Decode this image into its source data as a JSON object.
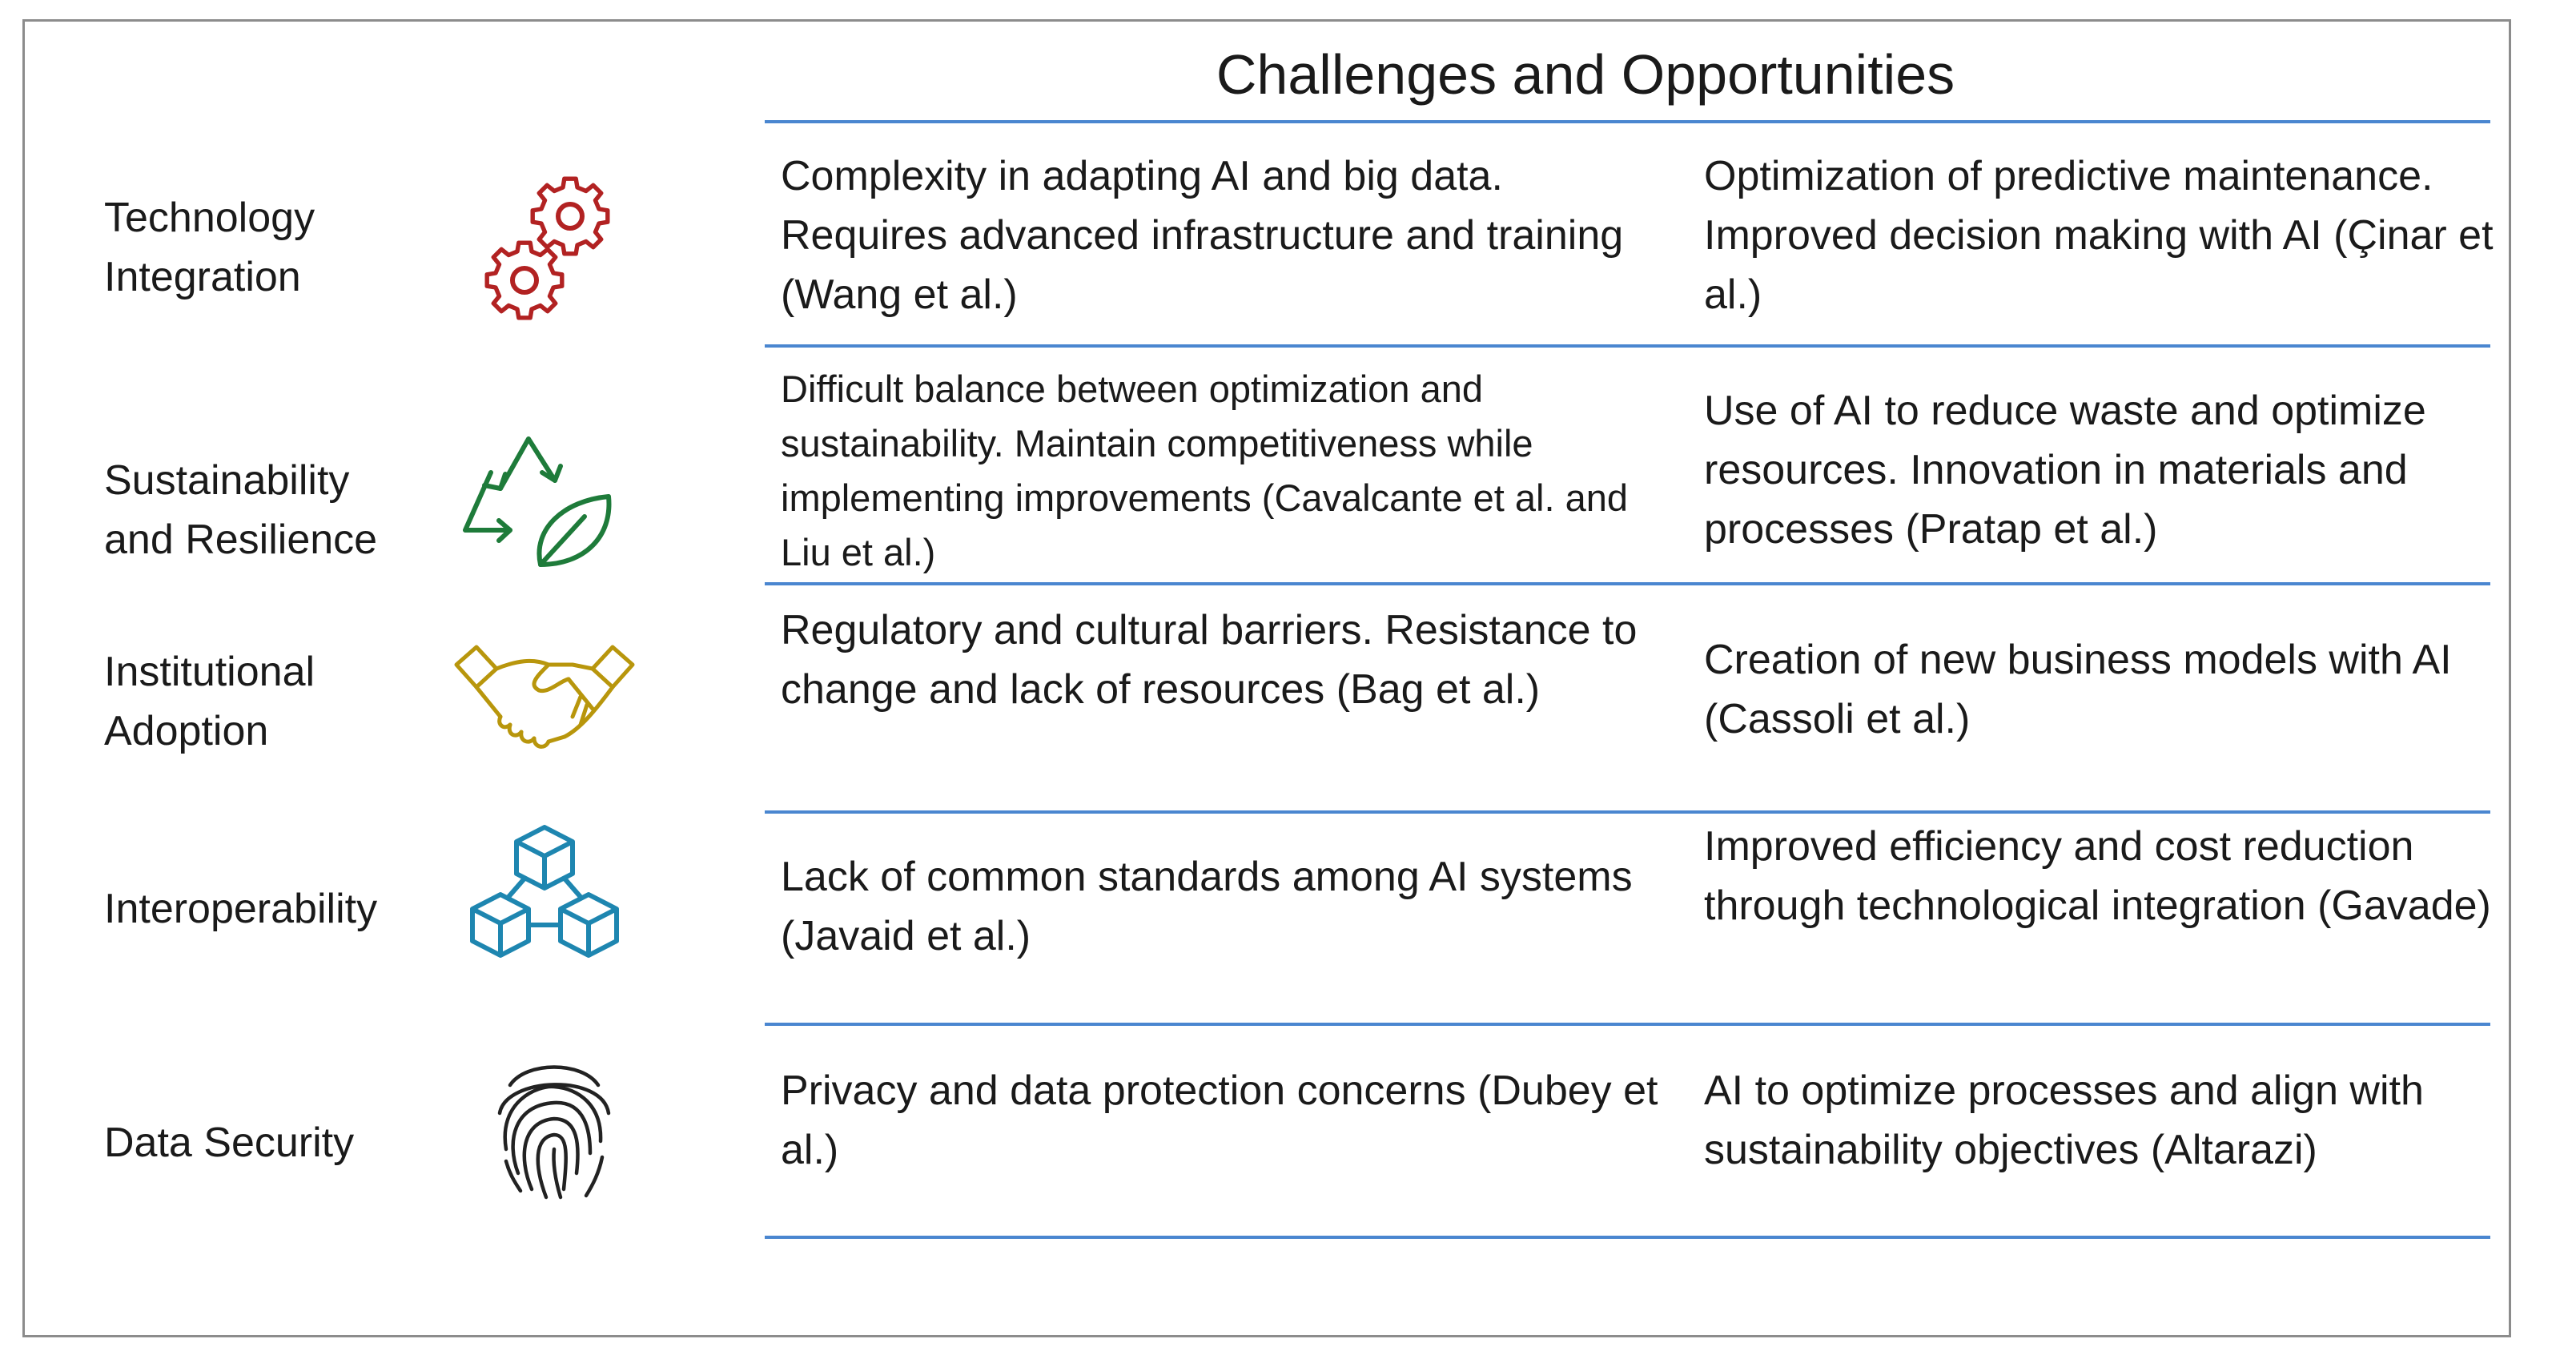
{
  "title": "Challenges and Opportunities",
  "colors": {
    "rule": "#4a86d0",
    "gear_icon": "#b22222",
    "recycle_icon": "#1e7b3a",
    "handshake_icon": "#b8960c",
    "blocks_icon": "#1e86b0",
    "fingerprint_icon": "#222222"
  },
  "rows": [
    {
      "label_lines": [
        "Technology",
        "Integration"
      ],
      "icon": "gears-icon",
      "challenge": "Complexity in adapting AI and big data. Requires advanced infrastructure and training (Wang et al.)",
      "opportunity": "Optimization of predictive maintenance. Improved decision making with AI (Çinar et al.)"
    },
    {
      "label_lines": [
        "Sustainability",
        "and Resilience"
      ],
      "icon": "recycle-leaf-icon",
      "challenge": "Difficult balance between optimization and sustainability. Maintain competitiveness while implementing improvements (Cavalcante et al. and Liu et al.)",
      "opportunity": "Use of AI to reduce waste and optimize resources. Innovation in materials and processes (Pratap et al.)"
    },
    {
      "label_lines": [
        "Institutional",
        "Adoption"
      ],
      "icon": "handshake-icon",
      "challenge": "Regulatory and cultural barriers. Resistance to change and lack of resources (Bag et al.)",
      "opportunity": "Creation of new business models with AI (Cassoli et al.)"
    },
    {
      "label_lines": [
        "Interoperability"
      ],
      "icon": "cubes-icon",
      "challenge": "Lack of common standards among AI systems (Javaid et al.)",
      "opportunity": "Improved efficiency and cost reduction through technological integration (Gavade)"
    },
    {
      "label_lines": [
        "Data Security"
      ],
      "icon": "fingerprint-icon",
      "challenge": "Privacy and data protection concerns (Dubey et al.)",
      "opportunity": "AI to optimize processes and align with sustainability objectives (Altarazi)"
    }
  ]
}
